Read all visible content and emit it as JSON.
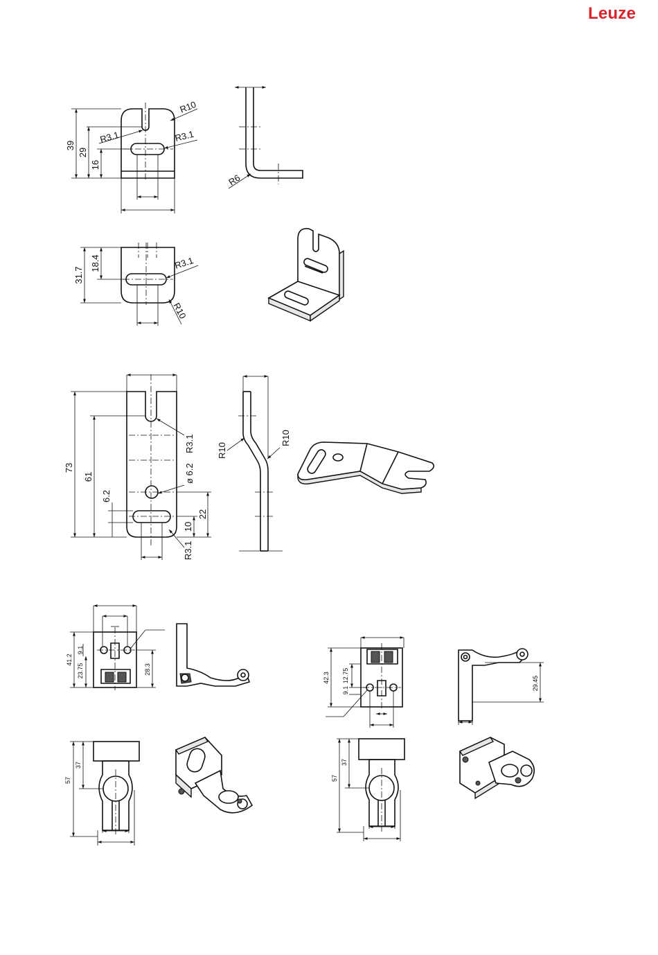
{
  "brand": {
    "logo_text": "Leuze",
    "color": "#d8242b"
  },
  "drawing_1": {
    "d_39": "39",
    "d_29": "29",
    "d_16": "16",
    "r10": "R10",
    "r31_a": "R3.1",
    "r31_b": "R3.1",
    "r6": "R6"
  },
  "drawing_2": {
    "d_317": "31.7",
    "d_184": "18.4",
    "r31": "R3.1",
    "r10": "R10"
  },
  "drawing_3": {
    "d_73": "73",
    "d_61": "61",
    "d_62": "6.2",
    "d_10": "10",
    "d_22": "22",
    "r31_a": "R3.1",
    "r31_b": "R3.1",
    "dia62": "ø 6.2",
    "r10_a": "R10",
    "r10_b": "R10"
  },
  "drawing_4": {
    "d_412": "41.2",
    "d_91": "9.1",
    "d_2375": "23.75",
    "d_283": "28.3",
    "d_57": "57",
    "d_37": "37"
  },
  "drawing_5": {
    "d_423": "42.3",
    "d_1275": "12.75",
    "d_91": "9.1",
    "d_2945": "29.45",
    "d_57": "57",
    "d_37": "37"
  }
}
